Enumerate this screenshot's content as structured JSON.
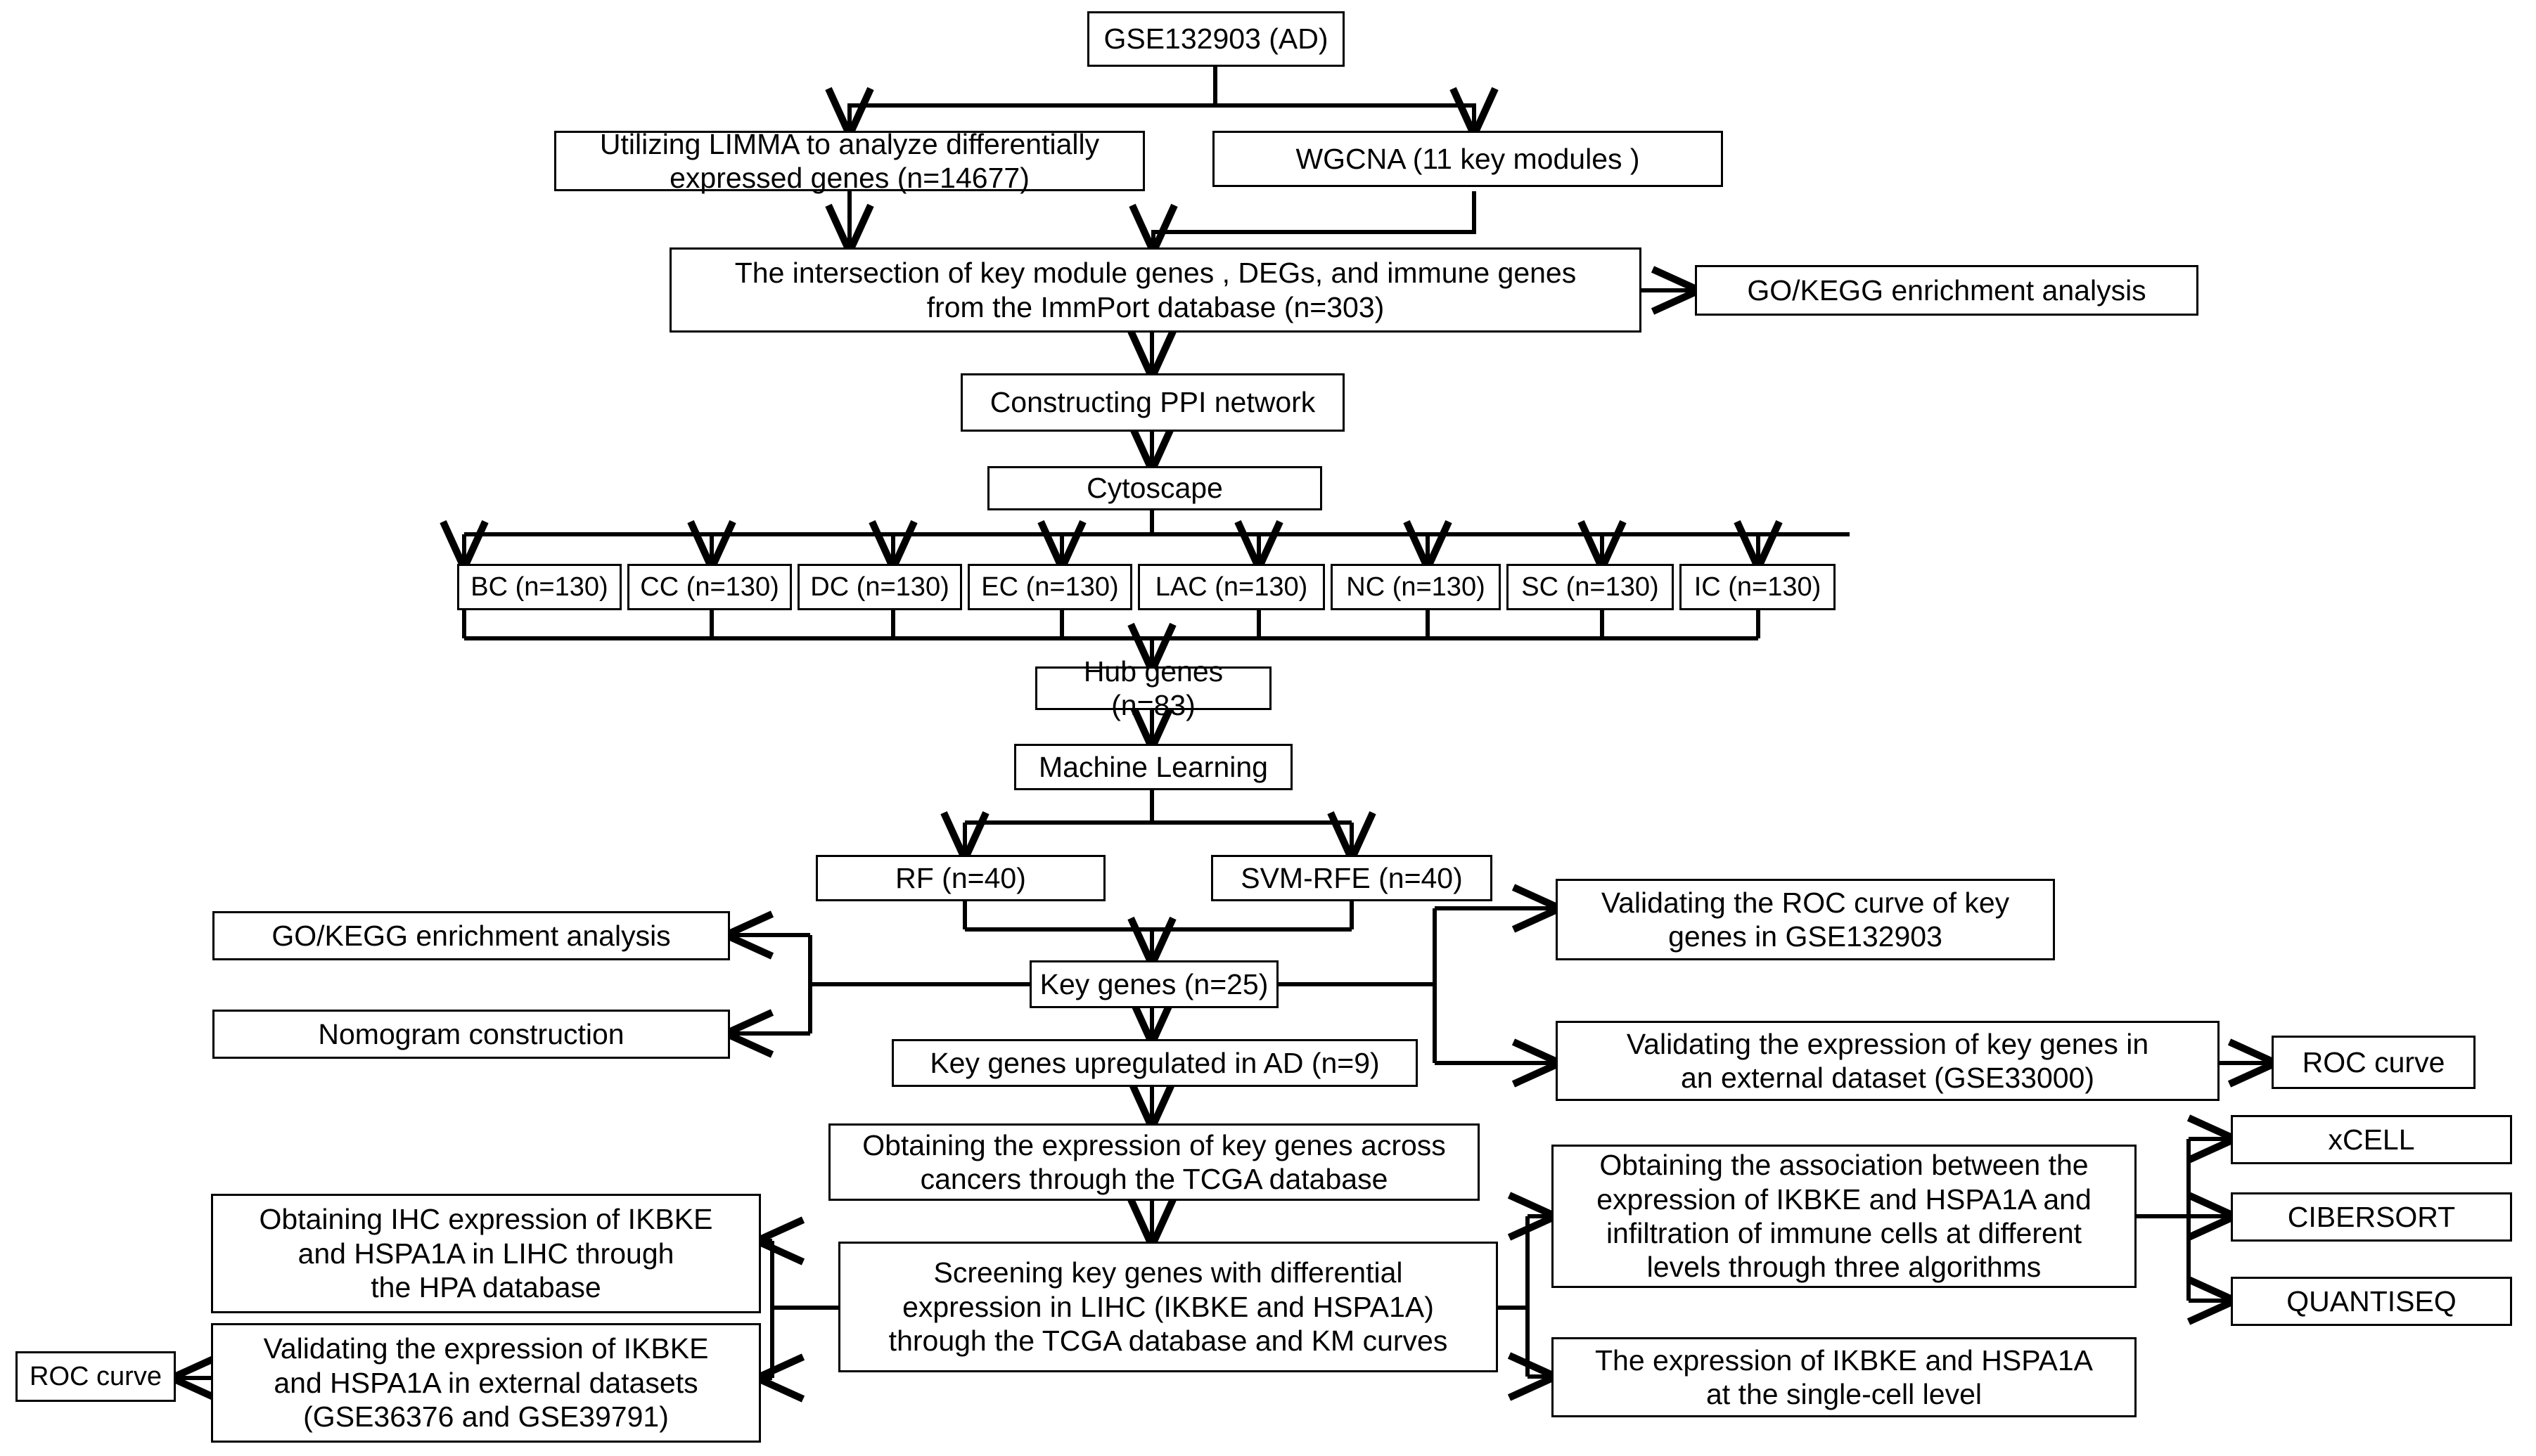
{
  "figure": {
    "type": "flowchart",
    "title_box": "GSE132903 (AD)",
    "background_color": "#ffffff",
    "line_color": "#000000",
    "text_color": "#000000"
  },
  "nodes": {
    "gse132903": "GSE132903 (AD)",
    "limma": "Utilizing LIMMA to analyze differentially\nexpressed genes (n=14677)",
    "wgcna": "WGCNA (11 key modules )",
    "intersection": "The intersection of key module genes , DEGs, and  immune genes\nfrom the ImmPort database (n=303)",
    "go_kegg_top": "GO/KEGG enrichment analysis",
    "ppi": "Constructing PPI network",
    "cytoscape": "Cytoscape",
    "bc": "BC (n=130)",
    "cc": "CC (n=130)",
    "dc": "DC (n=130)",
    "ec": "EC (n=130)",
    "lac": "LAC (n=130)",
    "nc": "NC (n=130)",
    "sc": "SC (n=130)",
    "ic": "IC (n=130)",
    "hub_genes": "Hub genes (n=83)",
    "machine_learning": "Machine Learning",
    "rf": "RF (n=40)",
    "svm_rfe": "SVM-RFE (n=40)",
    "go_kegg_mid": "GO/KEGG enrichment analysis",
    "nomogram": "Nomogram construction",
    "key_genes": "Key genes (n=25)",
    "validating_roc": "Validating the ROC curve of key\ngenes in GSE132903",
    "key_genes_up": "Key genes upregulated in AD (n=9)",
    "validating_external": "Validating the expression of key genes in\nan external dataset (GSE33000)",
    "roc_curve_right": "ROC curve",
    "tcga_expression": "Obtaining the expression of key genes across\ncancers through the TCGA database",
    "ihc_expression": "Obtaining IHC expression of IKBKE\nand HSPA1A in LIHC through\nthe HPA database",
    "screening_lihc": "Screening key genes with differential\nexpression in LIHC (IKBKE and HSPA1A)\nthrough the TCGA database and KM curves",
    "validating_ikbke": "Validating the expression of IKBKE\nand HSPA1A in external datasets\n(GSE36376 and GSE39791)",
    "roc_curve_left": "ROC curve",
    "immune_association": "Obtaining the association between the\nexpression  of IKBKE and HSPA1A and\ninfiltration of immune cells at different\nlevels through three algorithms",
    "single_cell": "The expression of IKBKE and HSPA1A\nat the single-cell level",
    "xcell": "xCELL",
    "cibersort": "CIBERSORT",
    "quantiseq": "QUANTISEQ"
  },
  "edges": [
    {
      "from": "gse132903",
      "to": "limma"
    },
    {
      "from": "gse132903",
      "to": "wgcna"
    },
    {
      "from": "limma",
      "to": "intersection"
    },
    {
      "from": "wgcna",
      "to": "intersection"
    },
    {
      "from": "intersection",
      "to": "go_kegg_top"
    },
    {
      "from": "intersection",
      "to": "ppi"
    },
    {
      "from": "ppi",
      "to": "cytoscape"
    },
    {
      "from": "cytoscape",
      "to": "bc"
    },
    {
      "from": "cytoscape",
      "to": "cc"
    },
    {
      "from": "cytoscape",
      "to": "dc"
    },
    {
      "from": "cytoscape",
      "to": "ec"
    },
    {
      "from": "cytoscape",
      "to": "lac"
    },
    {
      "from": "cytoscape",
      "to": "nc"
    },
    {
      "from": "cytoscape",
      "to": "sc"
    },
    {
      "from": "cytoscape",
      "to": "ic"
    },
    {
      "from": "bc",
      "to": "hub_genes"
    },
    {
      "from": "hub_genes",
      "to": "machine_learning"
    },
    {
      "from": "machine_learning",
      "to": "rf"
    },
    {
      "from": "machine_learning",
      "to": "svm_rfe"
    },
    {
      "from": "rf",
      "to": "key_genes"
    },
    {
      "from": "svm_rfe",
      "to": "key_genes"
    },
    {
      "from": "key_genes",
      "to": "go_kegg_mid"
    },
    {
      "from": "key_genes",
      "to": "nomogram"
    },
    {
      "from": "key_genes",
      "to": "validating_roc"
    },
    {
      "from": "key_genes",
      "to": "validating_external"
    },
    {
      "from": "key_genes",
      "to": "key_genes_up"
    },
    {
      "from": "validating_external",
      "to": "roc_curve_right"
    },
    {
      "from": "key_genes_up",
      "to": "tcga_expression"
    },
    {
      "from": "tcga_expression",
      "to": "screening_lihc"
    },
    {
      "from": "screening_lihc",
      "to": "ihc_expression"
    },
    {
      "from": "screening_lihc",
      "to": "validating_ikbke"
    },
    {
      "from": "screening_lihc",
      "to": "immune_association"
    },
    {
      "from": "screening_lihc",
      "to": "single_cell"
    },
    {
      "from": "validating_ikbke",
      "to": "roc_curve_left"
    },
    {
      "from": "immune_association",
      "to": "xcell"
    },
    {
      "from": "immune_association",
      "to": "cibersort"
    },
    {
      "from": "immune_association",
      "to": "quantiseq"
    }
  ]
}
